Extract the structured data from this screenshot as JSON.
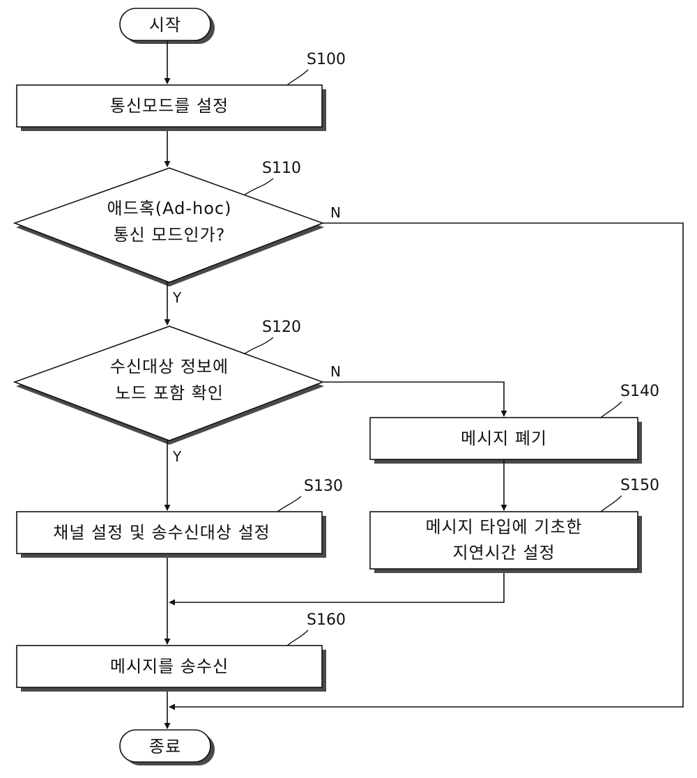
{
  "nodes": {
    "start": {
      "label": "시작"
    },
    "s100": {
      "step": "S100",
      "label": "통신모드를 설정"
    },
    "s110": {
      "step": "S110",
      "line1": "애드혹(Ad-hoc)",
      "line2": "통신 모드인가?"
    },
    "s120": {
      "step": "S120",
      "line1": "수신대상 정보에",
      "line2": "노드 포함 확인"
    },
    "s130": {
      "step": "S130",
      "label": "채널 설정 및 송수신대상 설정"
    },
    "s140": {
      "step": "S140",
      "label": "메시지 폐기"
    },
    "s150": {
      "step": "S150",
      "line1": "메시지 타입에 기초한",
      "line2": "지연시간 설정"
    },
    "s160": {
      "step": "S160",
      "label": "메시지를 송수신"
    },
    "end": {
      "label": "종료"
    }
  },
  "branches": {
    "s110_yes": "Y",
    "s110_no": "N",
    "s120_yes": "Y",
    "s120_no": "N"
  }
}
